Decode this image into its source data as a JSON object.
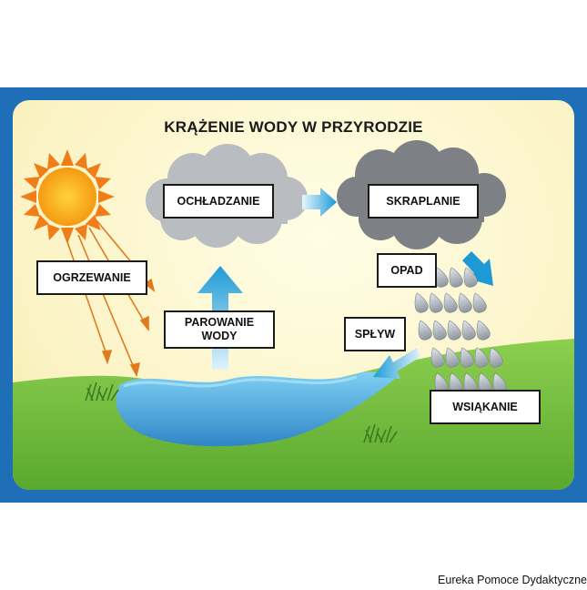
{
  "title": "KRĄŻENIE WODY W PRZYRODZIE",
  "labels": {
    "ogrzewanie": "OGRZEWANIE",
    "parowanie": "PAROWANIE\nWODY",
    "ochladzanie": "OCHŁADZANIE",
    "skraplanie": "SKRAPLANIE",
    "opad": "OPAD",
    "splyw": "SPŁYW",
    "wsiakanie": "WSIĄKANIE"
  },
  "credit": "Eureka Pomoce Dydaktyczne",
  "colors": {
    "frame": "#1f6fb8",
    "sun": "#f6a21a",
    "arrow_blue": "#2aa4e0",
    "sun_ray": "#e07a1f",
    "grass": "#7cc242",
    "water": "#4ea8de",
    "cloud_light": "#b9bcc0",
    "cloud_dark": "#7d8186"
  }
}
